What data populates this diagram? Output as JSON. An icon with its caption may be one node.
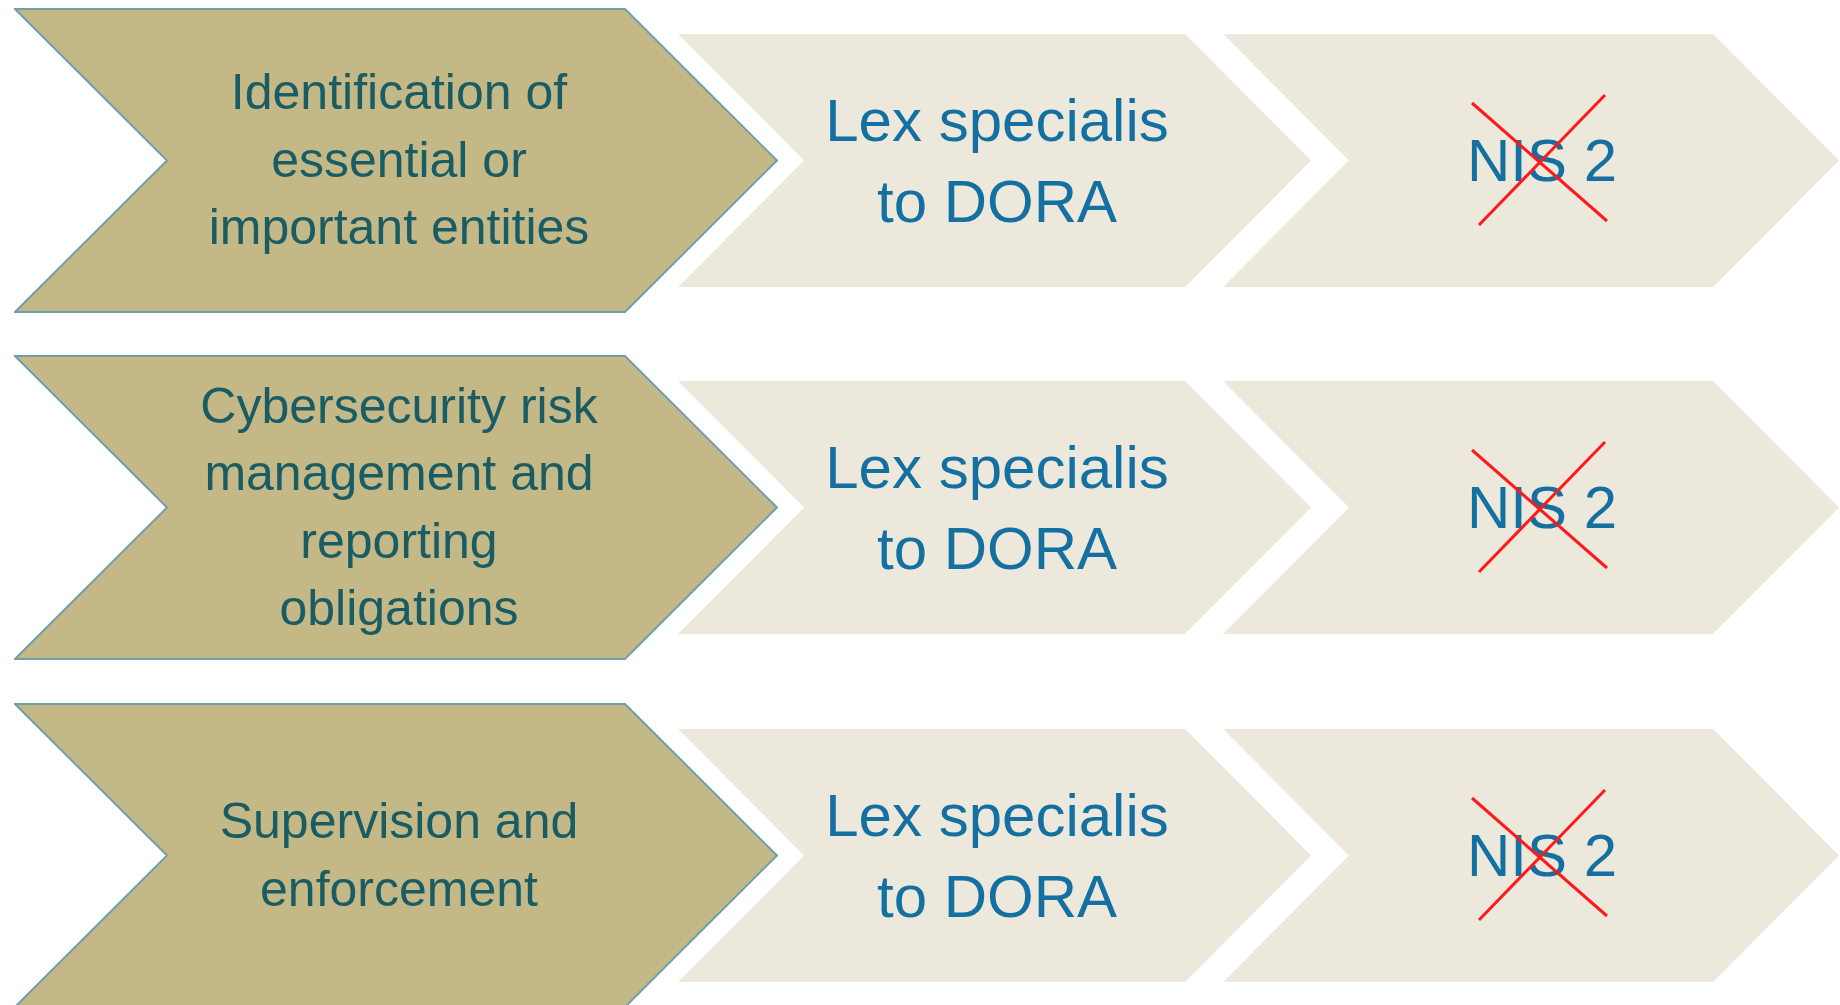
{
  "diagram": {
    "nodes": [
      {
        "text": [
          "Identification of essential or important entities"
        ]
      },
      {
        "text": [
          "Lex specialis to DORA"
        ]
      },
      {
        "text": [
          "NIS 2"
        ]
      },
      {
        "text": [
          "Cybersecurity risk management and reporting obligations"
        ]
      },
      {
        "text": [
          "Lex specialis to DORA"
        ]
      },
      {
        "text": [
          "NIS 2"
        ]
      },
      {
        "text": [
          "Supervision and enforcement"
        ]
      },
      {
        "text": [
          "Lex specialis to DORA"
        ]
      },
      {
        "text": [
          "NIS 2"
        ]
      }
    ],
    "edges": []
  }
}
